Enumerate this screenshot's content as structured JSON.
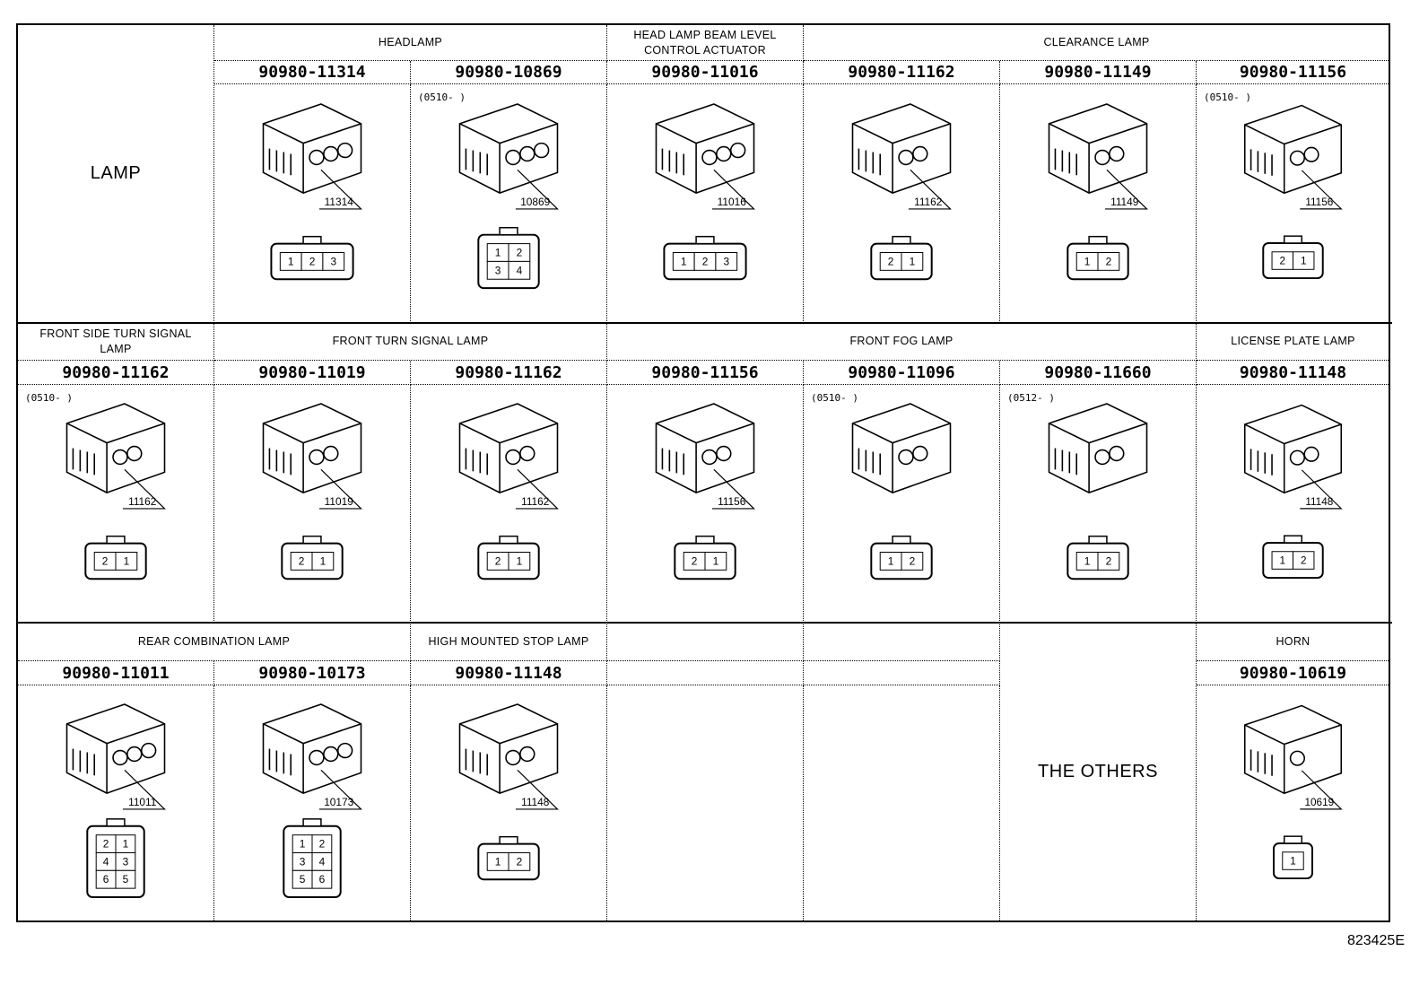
{
  "bands": [
    {
      "groups": [
        {
          "label": "LAMP",
          "cols": [
            0
          ],
          "big": true
        },
        {
          "label": "HEADLAMP",
          "cols": [
            1,
            2
          ]
        },
        {
          "label": "HEAD LAMP BEAM LEVEL CONTROL ACTUATOR",
          "cols": [
            3
          ]
        },
        {
          "label": "CLEARANCE LAMP",
          "cols": [
            4,
            5,
            6
          ]
        }
      ],
      "items": [
        {
          "col": 1,
          "part": "90980-11314",
          "callout": "11314",
          "pins": [
            "1",
            "2",
            "3"
          ]
        },
        {
          "col": 2,
          "part": "90980-10869",
          "callout": "10869",
          "date": "(0510-    )",
          "pins": [
            "1",
            "2",
            "3",
            "4"
          ]
        },
        {
          "col": 3,
          "part": "90980-11016",
          "callout": "11016",
          "pins": [
            "1",
            "2",
            "3"
          ]
        },
        {
          "col": 4,
          "part": "90980-11162",
          "callout": "11162",
          "pins": [
            "2",
            "1"
          ]
        },
        {
          "col": 5,
          "part": "90980-11149",
          "callout": "11149",
          "pins": [
            "1",
            "2"
          ]
        },
        {
          "col": 6,
          "part": "90980-11156",
          "callout": "11156",
          "date": "(0510-    )",
          "pins": [
            "2",
            "1"
          ]
        }
      ]
    },
    {
      "groups": [
        {
          "label": "FRONT SIDE TURN SIGNAL LAMP",
          "cols": [
            0
          ]
        },
        {
          "label": "FRONT TURN SIGNAL LAMP",
          "cols": [
            1,
            2
          ]
        },
        {
          "label": "FRONT FOG LAMP",
          "cols": [
            3,
            4,
            5
          ]
        },
        {
          "label": "LICENSE PLATE LAMP",
          "cols": [
            6
          ]
        }
      ],
      "items": [
        {
          "col": 0,
          "part": "90980-11162",
          "callout": "11162",
          "date": "(0510-    )",
          "pins": [
            "2",
            "1"
          ]
        },
        {
          "col": 1,
          "part": "90980-11019",
          "callout": "11019",
          "pins": [
            "2",
            "1"
          ]
        },
        {
          "col": 2,
          "part": "90980-11162",
          "callout": "11162",
          "pins": [
            "2",
            "1"
          ]
        },
        {
          "col": 3,
          "part": "90980-11156",
          "callout": "11156",
          "pins": [
            "2",
            "1"
          ]
        },
        {
          "col": 4,
          "part": "90980-11096",
          "date": "(0510-    )",
          "pins": [
            "1",
            "2"
          ]
        },
        {
          "col": 5,
          "part": "90980-11660",
          "date": "(0512-    )",
          "pins": [
            "1",
            "2"
          ]
        },
        {
          "col": 6,
          "part": "90980-11148",
          "callout": "11148",
          "pins": [
            "1",
            "2"
          ]
        }
      ]
    },
    {
      "groups": [
        {
          "label": "REAR COMBINATION LAMP",
          "cols": [
            0,
            1
          ]
        },
        {
          "label": "HIGH MOUNTED STOP LAMP",
          "cols": [
            2
          ]
        },
        {
          "label": "",
          "cols": [
            3
          ]
        },
        {
          "label": "",
          "cols": [
            4
          ]
        },
        {
          "label": "THE OTHERS",
          "cols": [
            5
          ],
          "big": true,
          "full": true
        },
        {
          "label": "HORN",
          "cols": [
            6
          ]
        }
      ],
      "items": [
        {
          "col": 0,
          "part": "90980-11011",
          "callout": "11011",
          "pins": [
            "2",
            "1",
            "4",
            "3",
            "6",
            "5"
          ]
        },
        {
          "col": 1,
          "part": "90980-10173",
          "callout": "10173",
          "pins": [
            "1",
            "2",
            "3",
            "4",
            "5",
            "6"
          ]
        },
        {
          "col": 2,
          "part": "90980-11148",
          "callout": "11148",
          "pins": [
            "1",
            "2"
          ]
        },
        {
          "col": 3,
          "part": "",
          "empty": true
        },
        {
          "col": 4,
          "part": "",
          "empty": true
        },
        {
          "col": 6,
          "part": "90980-10619",
          "callout": "10619",
          "pins": [
            "1"
          ]
        }
      ]
    }
  ],
  "footer": "823425E"
}
